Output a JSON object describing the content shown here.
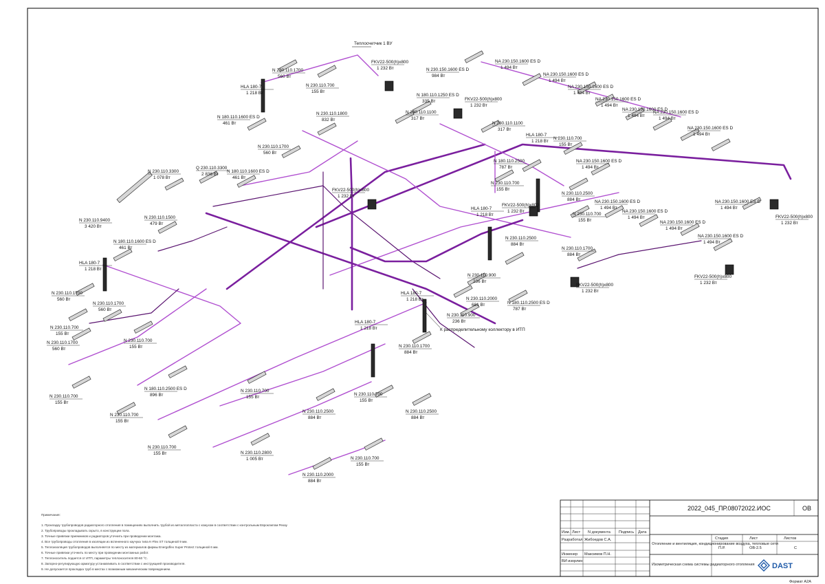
{
  "sheet": {
    "doc_code": "2022_045_ПР.08072022.ИОС",
    "doc_section": "ОВ",
    "format": "Формат А2А",
    "brand": "DAST"
  },
  "pipeline_notes": [
    "Теплосчетчик 1 ВУ",
    "К распределительному коллектору в ИТП"
  ],
  "radiators": [
    {
      "model": "HLA 180-7",
      "power": "1 218 Вт"
    },
    {
      "model": "N 230.110.1700",
      "power": "560 Вт"
    },
    {
      "model": "N 230.110.700",
      "power": "155 Вт"
    },
    {
      "model": "FKV22-500(h)x800",
      "power": "1 232 Вт"
    },
    {
      "model": "N 230.150.1600 ES D",
      "power": "984 Вт"
    },
    {
      "model": "NA 230.150.1600 ES D",
      "power": "1 494 Вт"
    },
    {
      "model": "NA 230.150.1600 ES D",
      "power": "1 494 Вт"
    },
    {
      "model": "NA 230.150.1600 ES D",
      "power": "1 494 Вт"
    },
    {
      "model": "NA 230.150.1600 ES D",
      "power": "1 494 Вт"
    },
    {
      "model": "NA 230.150.1600 ES D",
      "power": "1 494 Вт"
    },
    {
      "model": "NA 230.150.1600 ES D",
      "power": "1 494 Вт"
    },
    {
      "model": "NA 230.150.1600 ES D",
      "power": "1 494 Вт"
    },
    {
      "model": "N 180.110.1250 ES D",
      "power": "335 Вт"
    },
    {
      "model": "FKV22-500(h)x800",
      "power": "1 232 Вт"
    },
    {
      "model": "N 230.110.1100",
      "power": "317 Вт"
    },
    {
      "model": "N 230.110.1800",
      "power": "832 Вт"
    },
    {
      "model": "N 180.110.1600 ES D",
      "power": "461 Вт"
    },
    {
      "model": "N 230.110.1700",
      "power": "560 Вт"
    },
    {
      "model": "N 230.110.1100",
      "power": "317 Вт"
    },
    {
      "model": "HLA 180-7",
      "power": "1 218 Вт"
    },
    {
      "model": "N 230.110.700",
      "power": "155 Вт"
    },
    {
      "model": "NA 230.150.1600 ES D",
      "power": "1 494 Вт"
    },
    {
      "model": "N 180.110.2500",
      "power": "787 Вт"
    },
    {
      "model": "N 230.110.3300",
      "power": "1 078 Вт"
    },
    {
      "model": "Q 230.110.3300",
      "power": "2 836 Вт"
    },
    {
      "model": "N 180.110.1600 ES D",
      "power": "461 Вт"
    },
    {
      "model": "FKV22-500(h)x800",
      "power": "1 232 Вт"
    },
    {
      "model": "N 230.110.700",
      "power": "155 Вт"
    },
    {
      "model": "N 230.110.2500",
      "power": "884 Вт"
    },
    {
      "model": "NA 230.150.1600 ES D",
      "power": "1 494 Вт"
    },
    {
      "model": "NA 230.150.1600 ES D",
      "power": "1 494 Вт"
    },
    {
      "model": "NA 230.150.1600 ES D",
      "power": "1 494 Вт"
    },
    {
      "model": "NA 230.150.1600 ES D",
      "power": "1 494 Вт"
    },
    {
      "model": "NA 230.150.1600 ES D",
      "power": "1 494 Вт"
    },
    {
      "model": "FKV22-500(h)x800",
      "power": "1 232 Вт"
    },
    {
      "model": "N 230.110.9400",
      "power": "3 420 Вт"
    },
    {
      "model": "N 230.110.1500",
      "power": "479 Вт"
    },
    {
      "model": "HLA 180-7",
      "power": "1 218 Вт"
    },
    {
      "model": "FKV22-500(h)x800",
      "power": "1 232 Вт"
    },
    {
      "model": "N 230.110.700",
      "power": "155 Вт"
    },
    {
      "model": "N 180.110.1600 ES D",
      "power": "461 Вт"
    },
    {
      "model": "N 230.110.2500",
      "power": "884 Вт"
    },
    {
      "model": "N 230.110.1700",
      "power": "884 Вт"
    },
    {
      "model": "HLA 180-7",
      "power": "1 218 Вт"
    },
    {
      "model": "N 230.110.900",
      "power": "236 Вт"
    },
    {
      "model": "FKV22-500(h)x800",
      "power": "1 232 Вт"
    },
    {
      "model": "FKV22-500(h)x800",
      "power": "1 232 Вт"
    },
    {
      "model": "HLA 180-7",
      "power": "1 218 Вт"
    },
    {
      "model": "N 230.110.2000",
      "power": "681 Вт"
    },
    {
      "model": "N 180.110.2500 ES D",
      "power": "787 Вт"
    },
    {
      "model": "N 230.110.1700",
      "power": "560 Вт"
    },
    {
      "model": "N 230.110.1700",
      "power": "560 Вт"
    },
    {
      "model": "N 230.110.900",
      "power": "236 Вт"
    },
    {
      "model": "N 230.110.700",
      "power": "155 Вт"
    },
    {
      "model": "HLA 180-7",
      "power": "1 218 Вт"
    },
    {
      "model": "N 230.110.1700",
      "power": "560 Вт"
    },
    {
      "model": "N 230.110.700",
      "power": "155 Вт"
    },
    {
      "model": "N 230.110.1700",
      "power": "884 Вт"
    },
    {
      "model": "N 230.110.700",
      "power": "155 Вт"
    },
    {
      "model": "N 180.110.2500 ES D",
      "power": "896 Вт"
    },
    {
      "model": "N 230.110.700",
      "power": "155 Вт"
    },
    {
      "model": "N 230.110.700",
      "power": "155 Вт"
    },
    {
      "model": "N 230.110.2500",
      "power": "884 Вт"
    },
    {
      "model": "N 230.110.700",
      "power": "155 Вт"
    },
    {
      "model": "N 230.110.2500",
      "power": "884 Вт"
    },
    {
      "model": "N 230.110.2800",
      "power": "1 005 Вт"
    },
    {
      "model": "N 230.110.700",
      "power": "155 Вт"
    },
    {
      "model": "N 230.110.2000",
      "power": "884 Вт"
    },
    {
      "model": "N 230.110.700",
      "power": "155 Вт"
    }
  ],
  "notes": {
    "title": "Примечания:",
    "items": [
      "1. Прокладку трубопроводов радиаторного отопления в помещениях выполнить трубой из металлопласта с кожухом в соответствии с контрольным Евроклипом Рехау",
      "2. Трубопроводы прокладывать скрыто, в конструкции пола.",
      "3. Точные привязки приемников и радиаторов уточнить при проведении монтажа.",
      "4. Все трубопроводы отопления в изоляции из вспененного каучука типа K-Flex ST толщиной 9 мм.",
      "5. Теплоизоляция трубопроводов выполняется по месту из материалов фирмы Energoflex Super Protect толщиной 6 мм.",
      "6. Точные привязки уточнить по месту при проведении монтажных работ.",
      "7. Теплоноситель подается от ИТП, параметры теплоносителя 80-60 °С.",
      "8. Запорно-регулирующую арматуру устанавливать в соответствии с инструкцией производителя.",
      "9. Не допускается прокладка труб в местах с возможным механическим повреждением."
    ]
  },
  "title_block": {
    "headers": [
      "Изм.",
      "Лист",
      "N документа",
      "Подпись",
      "Дата"
    ],
    "roles": [
      {
        "role": "Разработал",
        "name": "Жибоедов С.А."
      },
      {
        "role": "Инженер",
        "name": "Максимов П.Н."
      },
      {
        "role": "ВИ изорлин",
        ".name": ""
      }
    ],
    "project_title": "Отопление и вентиляция, кондиционирование воздуха, тепловые сети",
    "sheet_title": "Изометрическая схема системы радиаторного отопления",
    "stage_header": "Стадия",
    "sheet_header": "Лист",
    "sheets_header": "Листов",
    "stage": "П.Р.",
    "sheet": "ОВ-2.5",
    "sheets": "С"
  }
}
